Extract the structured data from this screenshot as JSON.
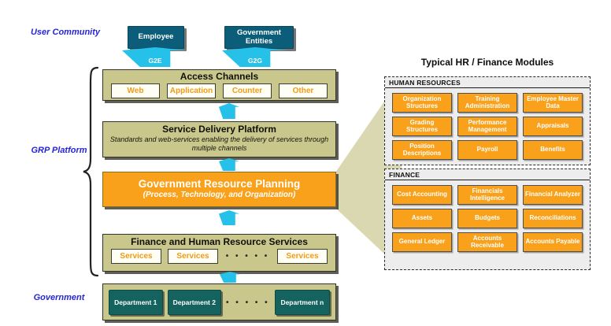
{
  "labels": {
    "user_community": "User Community",
    "grp_platform": "GRP Platform",
    "government": "Government"
  },
  "user_community": {
    "employee": "Employee",
    "government_entities": "Government Entities",
    "g2e": "G2E",
    "g2g": "G2G"
  },
  "stack": {
    "access_channels": {
      "title": "Access Channels",
      "channels": [
        "Web",
        "Application",
        "Counter",
        "Other"
      ]
    },
    "service_delivery": {
      "title": "Service Delivery Platform",
      "subtitle": "Standards and web-services enabling the delivery of services through multiple channels"
    },
    "grp": {
      "title": "Government Resource Planning",
      "subtitle": "(Process, Technology, and Organization)"
    },
    "finance_hr": {
      "title": "Finance and Human Resource Services",
      "services": [
        "Services",
        "Services",
        "Services"
      ],
      "dots": "• • • • •"
    }
  },
  "departments": {
    "items": [
      "Department 1",
      "Department 2",
      "Department n"
    ],
    "dots": "• • • • •"
  },
  "modules_panel": {
    "title": "Typical HR / Finance Modules",
    "sections": [
      {
        "header": "HUMAN RESOURCES",
        "modules": [
          "Organization Structures",
          "Training Administration",
          "Employee Master Data",
          "Grading Structures",
          "Performance Management",
          "Appraisals",
          "Position Descriptions",
          "Payroll",
          "Benefits"
        ]
      },
      {
        "header": "FINANCE",
        "modules": [
          "Cost Accounting",
          "Financials Intelligence",
          "Financial Analyzer",
          "Assets",
          "Budgets",
          "Reconciliations",
          "General Ledger",
          "Accounts Receivable",
          "Accounts Payable"
        ]
      }
    ]
  },
  "colors": {
    "olive_box": "#C9C78C",
    "orange_accent": "#F9A11B",
    "teal_user_box": "#0C5D79",
    "teal_department": "#15635E",
    "cyan_arrow": "#25C1E8",
    "blue_side_label": "#2525D8",
    "panel_background": "#EDEDED",
    "wedge": "#DAD8B0"
  }
}
